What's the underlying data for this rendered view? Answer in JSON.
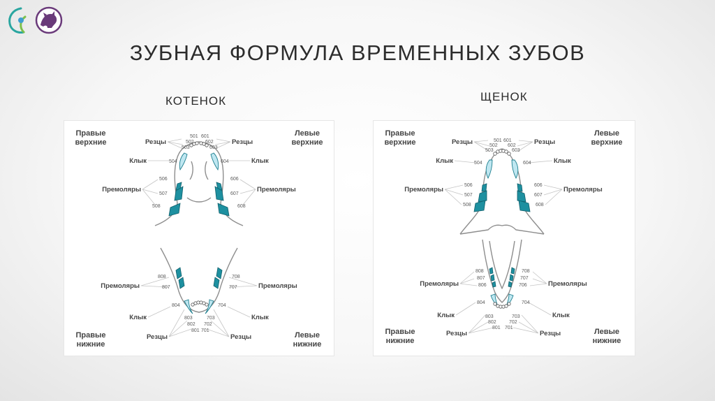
{
  "title": "ЗУБНАЯ ФОРМУЛА ВРЕМЕННЫХ ЗУБОВ",
  "kitten": {
    "subtitle": "КОТЕНОК",
    "upper_right_1": "Правые",
    "upper_right_2": "верхние",
    "upper_left_1": "Левые",
    "upper_left_2": "верхние",
    "lower_right_1": "Правые",
    "lower_right_2": "нижние",
    "lower_left_1": "Левые",
    "lower_left_2": "нижние",
    "incisors": "Резцы",
    "canine": "Клык",
    "premolars": "Премоляры",
    "n501": "501",
    "n502": "502",
    "n503": "503",
    "n504": "504",
    "n506": "506",
    "n507": "507",
    "n508": "508",
    "n601": "601",
    "n602": "602",
    "n603": "603",
    "n604": "604",
    "n606": "606",
    "n607": "607",
    "n608": "608",
    "n701": "701",
    "n702": "702",
    "n703": "703",
    "n704": "704",
    "n707": "707",
    "n708": "708",
    "n801": "801",
    "n802": "802",
    "n803": "803",
    "n804": "804",
    "n807": "807",
    "n808": "808"
  },
  "puppy": {
    "subtitle": "ЩЕНОК",
    "upper_right_1": "Правые",
    "upper_right_2": "верхние",
    "upper_left_1": "Левые",
    "upper_left_2": "верхние",
    "lower_right_1": "Правые",
    "lower_right_2": "нижние",
    "lower_left_1": "Левые",
    "lower_left_2": "нижние",
    "incisors": "Резцы",
    "canine": "Клык",
    "premolars": "Премоляры",
    "n501": "501",
    "n502": "502",
    "n503": "503",
    "n504": "504",
    "n506": "506",
    "n507": "507",
    "n508": "508",
    "n601": "601",
    "n602": "602",
    "n603": "603",
    "n604": "604",
    "n606": "606",
    "n607": "607",
    "n608": "608",
    "n701": "701",
    "n702": "702",
    "n703": "703",
    "n704": "704",
    "n706": "706",
    "n707": "707",
    "n708": "708",
    "n801": "801",
    "n802": "802",
    "n803": "803",
    "n804": "804",
    "n806": "806",
    "n807": "807",
    "n808": "808"
  }
}
